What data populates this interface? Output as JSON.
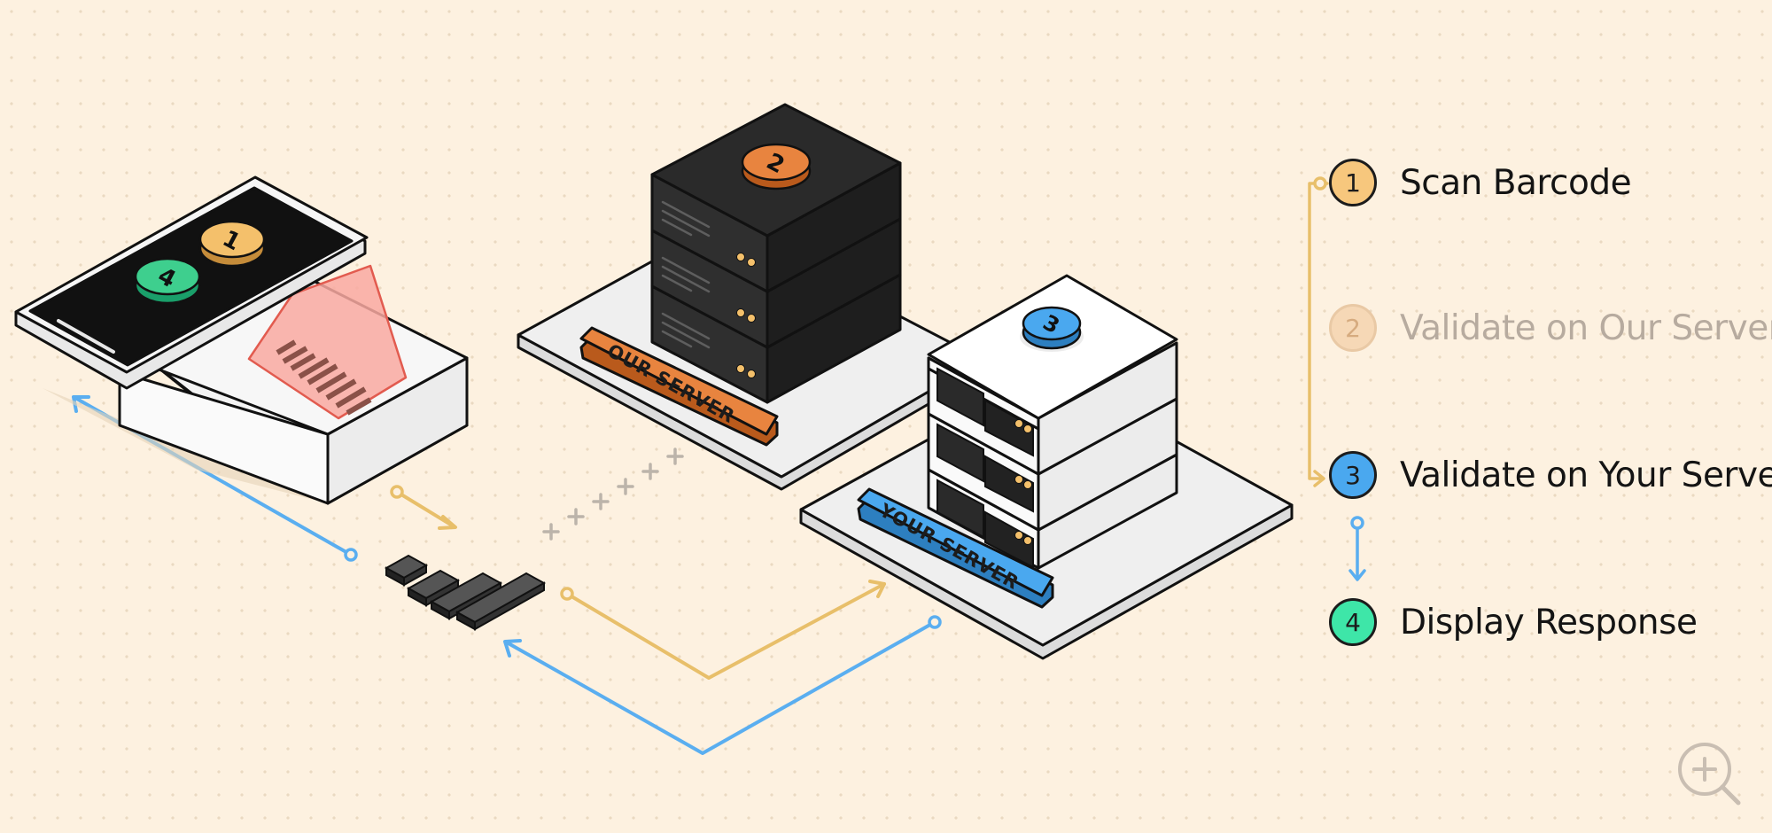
{
  "diagram": {
    "our_server_label": "OUR SERVER",
    "your_server_label": "YOUR SERVER",
    "badges": {
      "phone_scan": "1",
      "phone_display": "4",
      "our_server": "2",
      "your_server": "3"
    }
  },
  "steps": [
    {
      "number": "1",
      "label": "Scan Barcode",
      "color": "#f7c77d"
    },
    {
      "number": "2",
      "label": "Validate on Our Server",
      "color": "#f6d8b6"
    },
    {
      "number": "3",
      "label": "Validate on Your Server",
      "color": "#4aa8ef"
    },
    {
      "number": "4",
      "label": "Display Response",
      "color": "#3ee6a8"
    }
  ],
  "colors": {
    "orange": "#e8843f",
    "blue": "#4aa8ef",
    "green": "#3ecf8e",
    "yellow_flow": "#e8bf6a",
    "blue_flow": "#5aaef0",
    "scan_beam": "#f58b83"
  },
  "controls": {
    "zoom_icon": "zoom-in-icon"
  }
}
